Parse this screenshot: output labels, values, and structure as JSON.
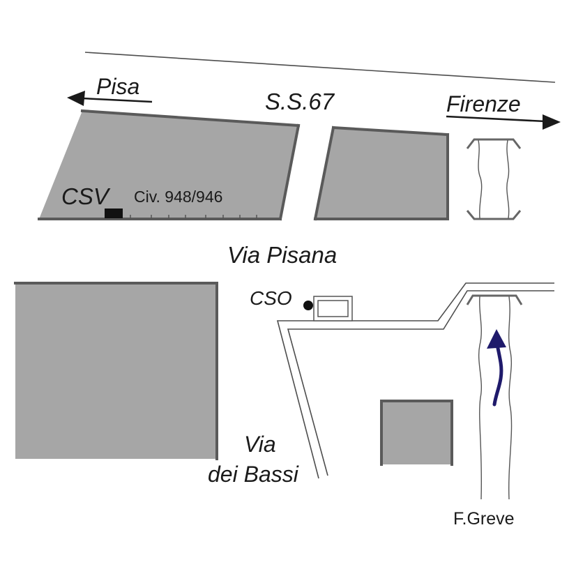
{
  "labels": {
    "pisa": "Pisa",
    "ss67": "S.S.67",
    "firenze": "Firenze",
    "csv": "CSV",
    "civ": "Civ. 948/946",
    "via_pisana": "Via Pisana",
    "cso": "CSO",
    "via": "Via",
    "dei_bassi": "dei Bassi",
    "greve": "F.Greve"
  },
  "colors": {
    "block_fill": "#a6a6a6",
    "block_edge": "#5a5a5a",
    "flow_arrow": "#1f1a6b",
    "csv_marker": "#111111",
    "cso_marker": "#111111"
  },
  "icons": {
    "direction_arrow": "arrow-icon",
    "flow_direction": "river-flow-arrow-icon"
  }
}
